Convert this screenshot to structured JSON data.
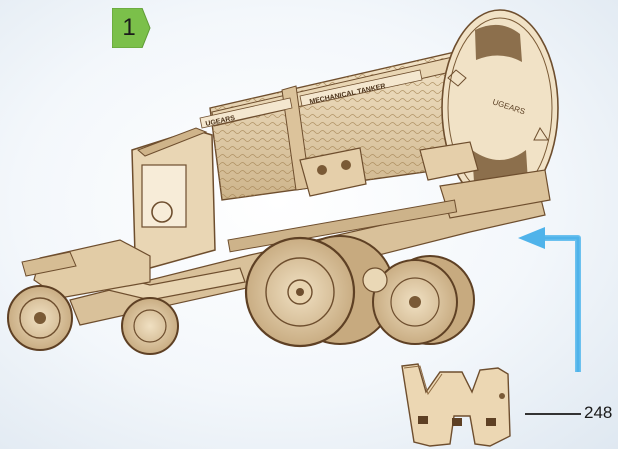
{
  "step": {
    "number": "1"
  },
  "tank": {
    "label_left": "UGEARS",
    "label_right": "MECHANICAL TANKER"
  },
  "callout": {
    "part_number": "248"
  },
  "colors": {
    "step_badge": "#7bc04a",
    "arrow": "#4fb3ea",
    "wood": "#e9d6b4",
    "wood_dark": "#7a5a36"
  },
  "icons": {
    "arrow": "arrow-icon",
    "part": "part-248-icon"
  }
}
